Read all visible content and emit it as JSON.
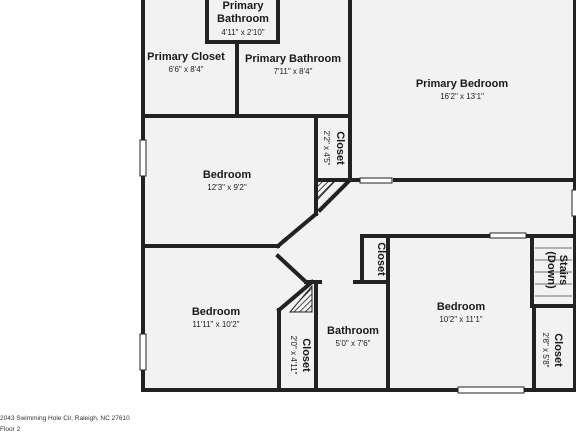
{
  "plan": {
    "rooms": [
      {
        "id": "primary-bathroom-small",
        "name": "Primary\nBathroom",
        "dims": "4'11\" x 2'10\""
      },
      {
        "id": "primary-closet",
        "name": "Primary Closet",
        "dims": "6'6\" x 8'4\""
      },
      {
        "id": "primary-bathroom",
        "name": "Primary Bathroom",
        "dims": "7'11\" x 8'4\""
      },
      {
        "id": "primary-bedroom",
        "name": "Primary Bedroom",
        "dims": "16'2\" x 13'1\""
      },
      {
        "id": "closet-top",
        "name": "Closet",
        "dims": "2'2\" x 4'5\""
      },
      {
        "id": "bedroom-upper-left",
        "name": "Bedroom",
        "dims": "12'3\" x 9'2\""
      },
      {
        "id": "closet-mid",
        "name": "Closet",
        "dims": ""
      },
      {
        "id": "stairs",
        "name": "Stairs\n(Down)",
        "dims": ""
      },
      {
        "id": "bedroom-lower-left",
        "name": "Bedroom",
        "dims": "11'11\" x 10'2\""
      },
      {
        "id": "closet-lower-left",
        "name": "Closet",
        "dims": "2'0\" x 4'11\""
      },
      {
        "id": "bathroom",
        "name": "Bathroom",
        "dims": "5'0\" x 7'6\""
      },
      {
        "id": "bedroom-right",
        "name": "Bedroom",
        "dims": "10'2\" x 11'1\""
      },
      {
        "id": "closet-right",
        "name": "Closet",
        "dims": "2'8\" x 5'8\""
      }
    ]
  },
  "footer": {
    "address": "2043 Swimming Hole Cir, Raleigh, NC 27610",
    "floor": "Floor 2"
  }
}
